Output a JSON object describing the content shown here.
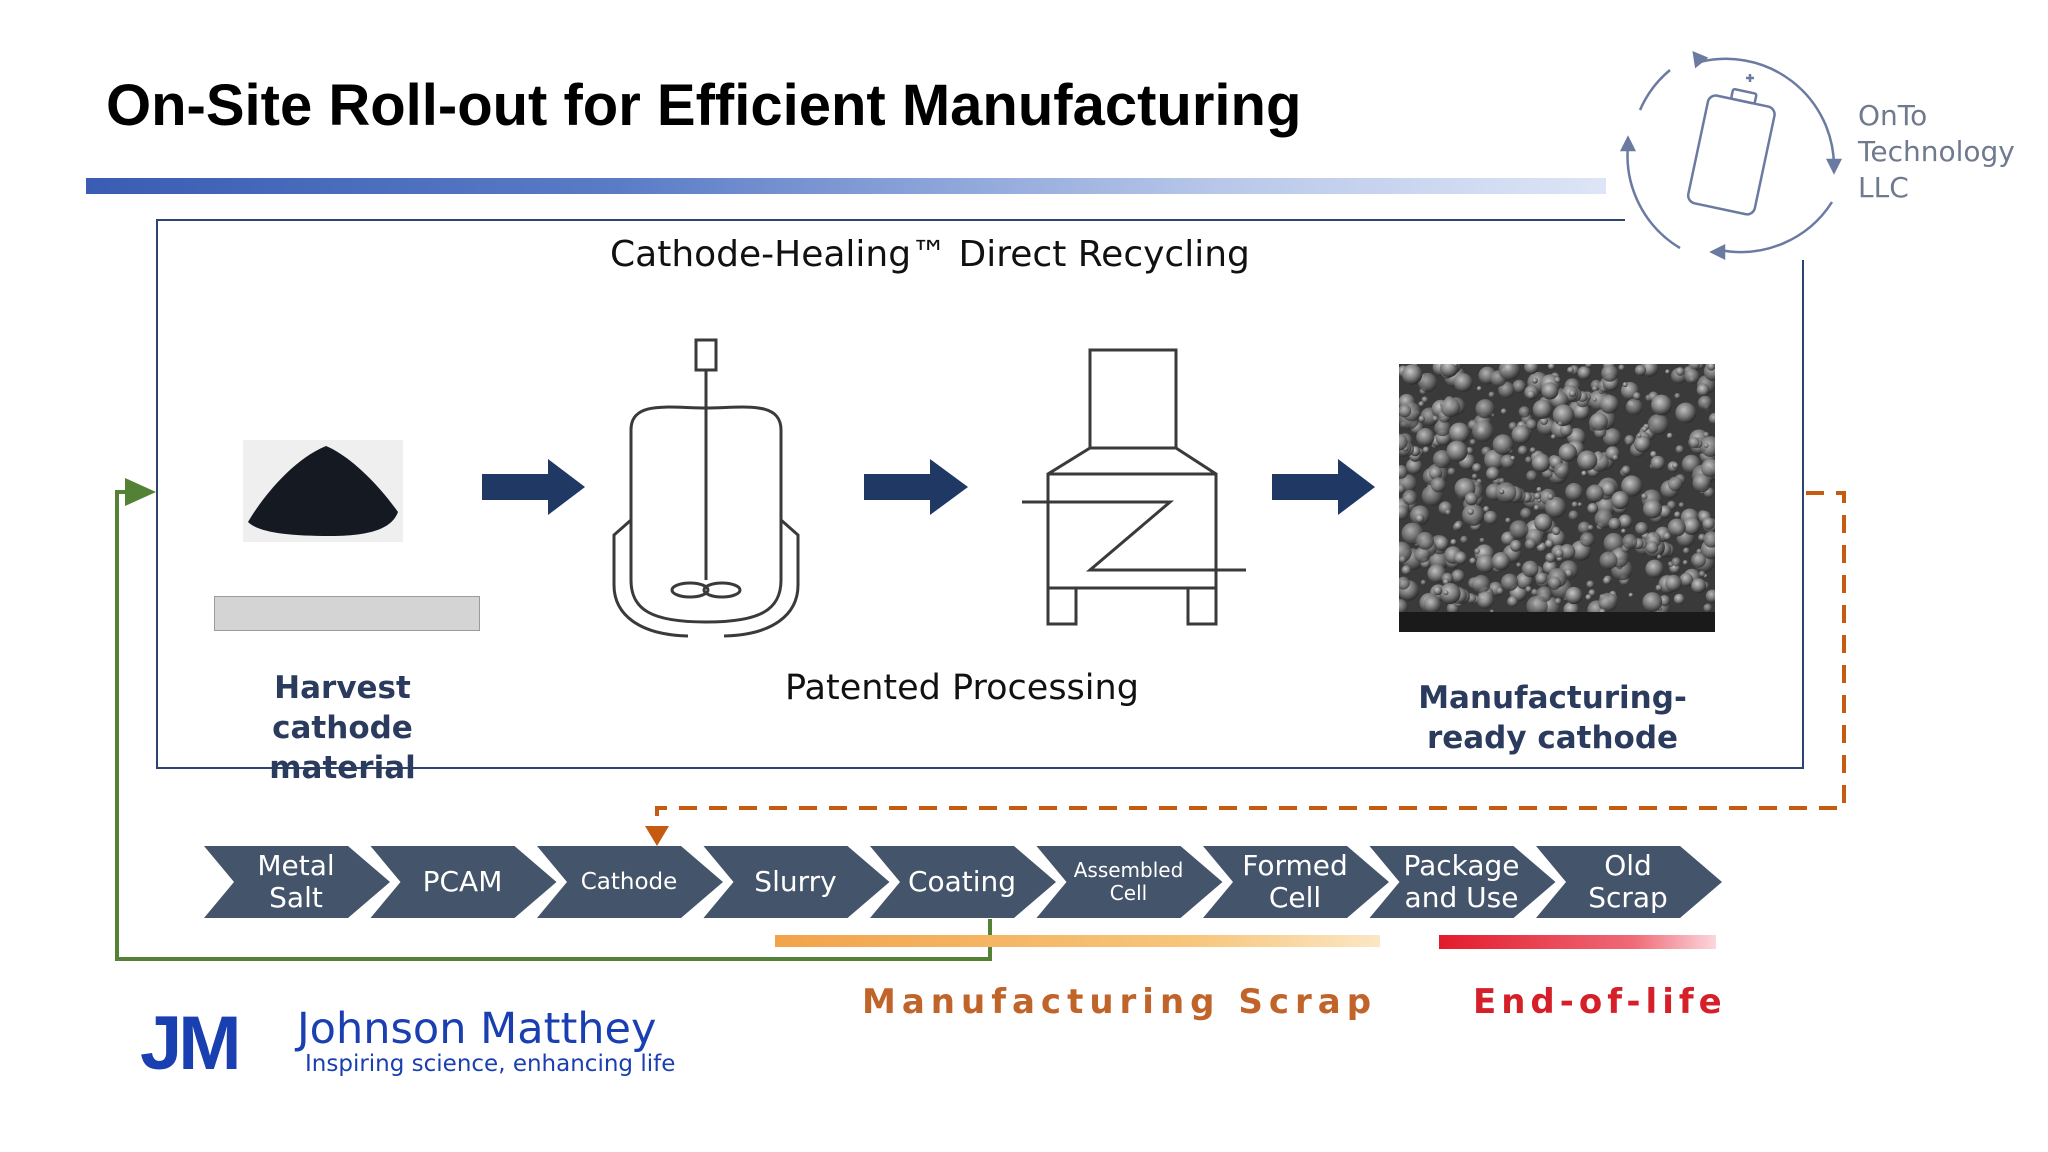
{
  "title": "On-Site Roll-out for Efficient Manufacturing",
  "process": {
    "title": "Cathode-Healing™ Direct Recycling",
    "harvest_label": "Harvest cathode material",
    "patented_label": "Patented Processing",
    "output_label": "Manufacturing-ready cathode"
  },
  "value_chain": [
    {
      "label": "Metal\nSalt"
    },
    {
      "label": "PCAM"
    },
    {
      "label": "Cathode"
    },
    {
      "label": "Slurry"
    },
    {
      "label": "Coating"
    },
    {
      "label": "Assembled\nCell"
    },
    {
      "label": "Formed\nCell"
    },
    {
      "label": "Package\nand Use"
    },
    {
      "label": "Old\nScrap"
    }
  ],
  "scrap_labels": {
    "manufacturing": "Manufacturing Scrap",
    "end_of_life": "End-of-life"
  },
  "logos": {
    "onto": "OnTo\nTechnology\nLLC",
    "jm_mark": "JM",
    "jm_name": "Johnson Matthey",
    "jm_tagline": "Inspiring science, enhancing life"
  },
  "colors": {
    "chevron": "#44546a",
    "arrow": "#1f3864",
    "green_loop": "#538135",
    "orange_loop": "#c55a11",
    "manufacturing_scrap": "#c0642a",
    "end_of_life": "#d5202a",
    "jm_blue": "#1a3fb1"
  }
}
